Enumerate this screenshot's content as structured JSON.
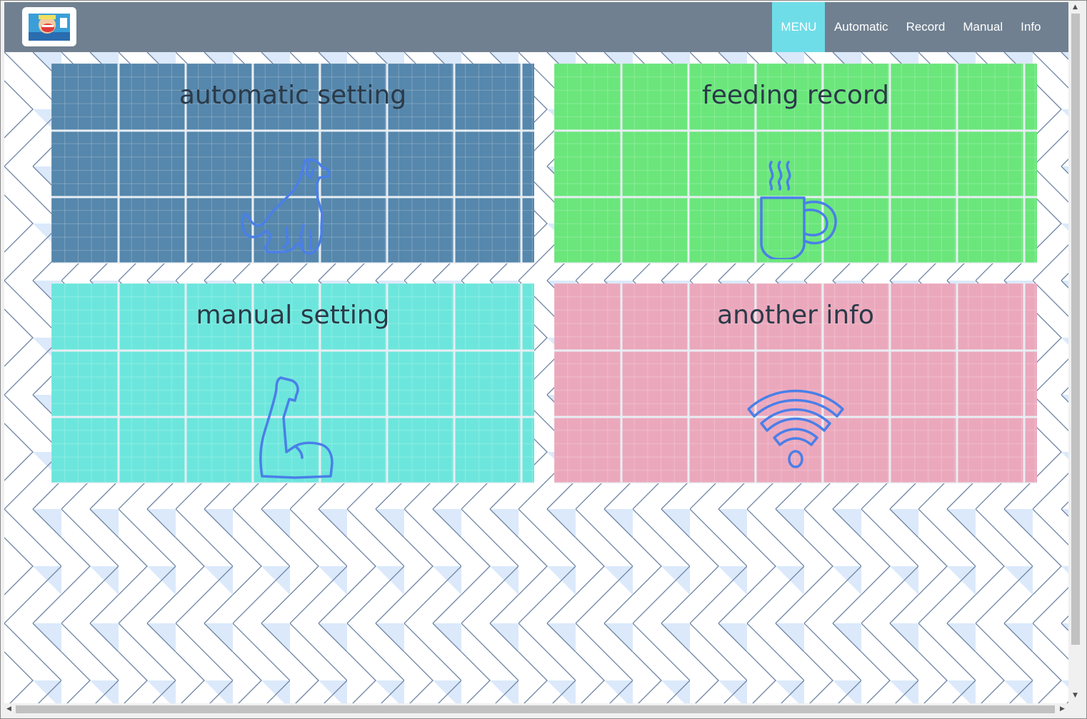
{
  "navbar": {
    "logo_icon": "anime-character-logo",
    "items": [
      {
        "label": "MENU",
        "active": true
      },
      {
        "label": "Automatic",
        "active": false
      },
      {
        "label": "Record",
        "active": false
      },
      {
        "label": "Manual",
        "active": false
      },
      {
        "label": "Info",
        "active": false
      }
    ]
  },
  "cards": [
    {
      "title": "automatic setting",
      "icon": "dog-icon",
      "color": "#5687ac"
    },
    {
      "title": "feeding record",
      "icon": "coffee-cup-icon",
      "color": "#6ae67b"
    },
    {
      "title": "manual setting",
      "icon": "flexed-arm-icon",
      "color": "#6ce6dc"
    },
    {
      "title": "another info",
      "icon": "wifi-icon",
      "color": "#eba8bc"
    }
  ],
  "colors": {
    "navbar": "#708090",
    "active_nav": "#6fdde8",
    "icon_stroke": "#4a7fe8"
  }
}
